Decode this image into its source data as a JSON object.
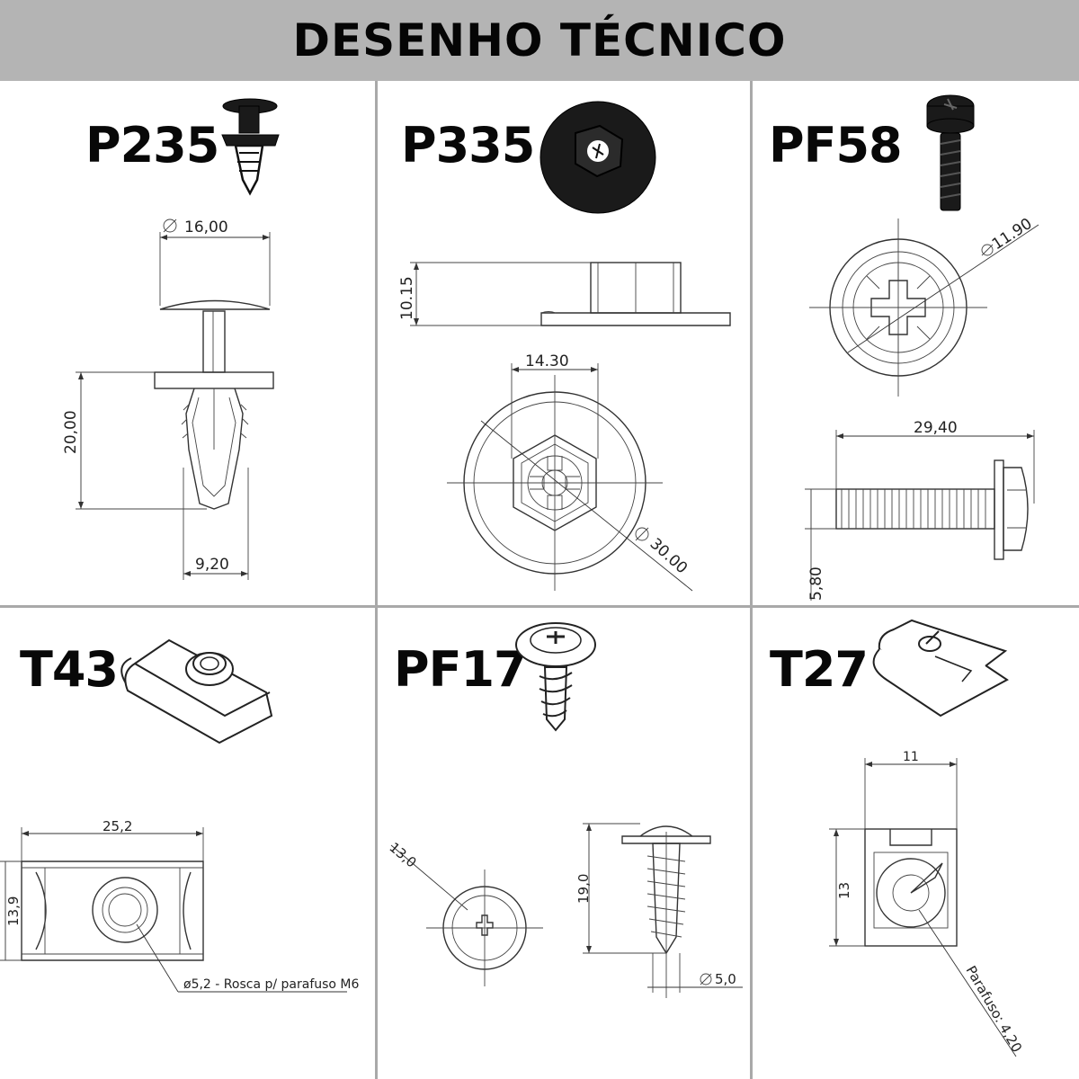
{
  "header": {
    "title": "DESENHO TÉCNICO"
  },
  "parts": [
    {
      "code": "P235",
      "dims": [
        "16,00",
        "20,00",
        "9,20"
      ]
    },
    {
      "code": "P335",
      "dims": [
        "10.15",
        "14.30",
        "30.00"
      ]
    },
    {
      "code": "PF58",
      "dims": [
        "11.90",
        "29,40",
        "5,80"
      ]
    },
    {
      "code": "T43",
      "dims": [
        "25,2",
        "13,9"
      ],
      "note": "ø5,2 - Rosca p/ parafuso M6"
    },
    {
      "code": "PF17",
      "dims": [
        "13,0",
        "19,0",
        "5,0"
      ]
    },
    {
      "code": "T27",
      "dims": [
        "11",
        "13"
      ],
      "note": "Parafuso: 4,20"
    }
  ],
  "colors": {
    "header_bg": "#b4b4b4",
    "grid": "#a9a9a9",
    "ink": "#111111"
  }
}
